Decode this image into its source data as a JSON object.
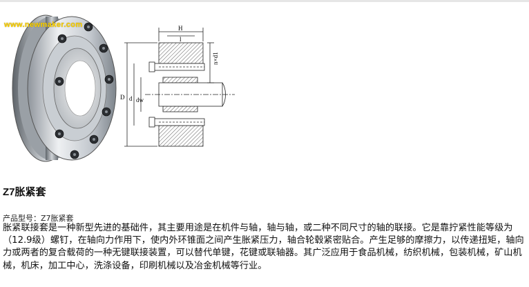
{
  "watermark": "www.newmaker.com",
  "product": {
    "title": "Z7胀紧套",
    "model_label": "产品型号：",
    "model_value": "Z7胀紧套"
  },
  "description": "胀紧联接套是一种新型先进的基础件，其主要用途是在机件与轴，轴与轴，或二种不同尺寸的轴的联接。它是靠拧紧性能等级为（12.9级）螺钉，在轴向力作用下，使内外环锥面之间产生胀紧压力，轴合轮毂紧密贴合。产生足够的摩擦力，以传递扭矩，轴向力或两者的复合载荷的一种无键联接装置，可以替代单键，花键或联轴器。其广泛应用于食品机械，纺织机械，包装机械，矿山机械，机床，加工中心，洗涤设备，印刷机械以及冶金机械等行业。",
  "drawing_labels": {
    "H": "H",
    "D": "D",
    "d": "d",
    "dw": "dw",
    "n_d1": "n×d1",
    "l": "l"
  }
}
